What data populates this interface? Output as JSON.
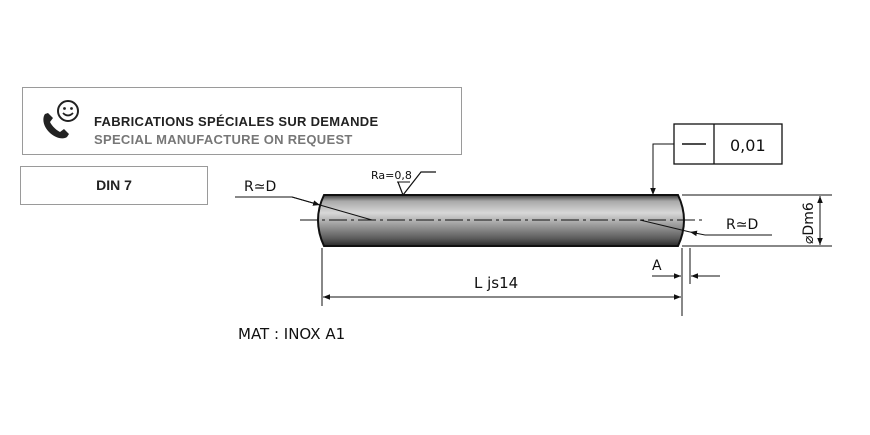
{
  "banner": {
    "title_fr": "FABRICATIONS SPÉCIALES SUR DEMANDE",
    "title_en": "SPECIAL MANUFACTURE ON REQUEST",
    "icon": "phone-smiley-icon"
  },
  "standard": {
    "label": "DIN 7"
  },
  "drawing": {
    "radius_left": "R≃D",
    "radius_right": "R≃D",
    "roughness": "Ra=0,8",
    "tolerance_value": "0,01",
    "diameter": "⌀Dm6",
    "length": "L  js14",
    "chamfer": "A",
    "material": "MAT  :  INOX  A1"
  }
}
